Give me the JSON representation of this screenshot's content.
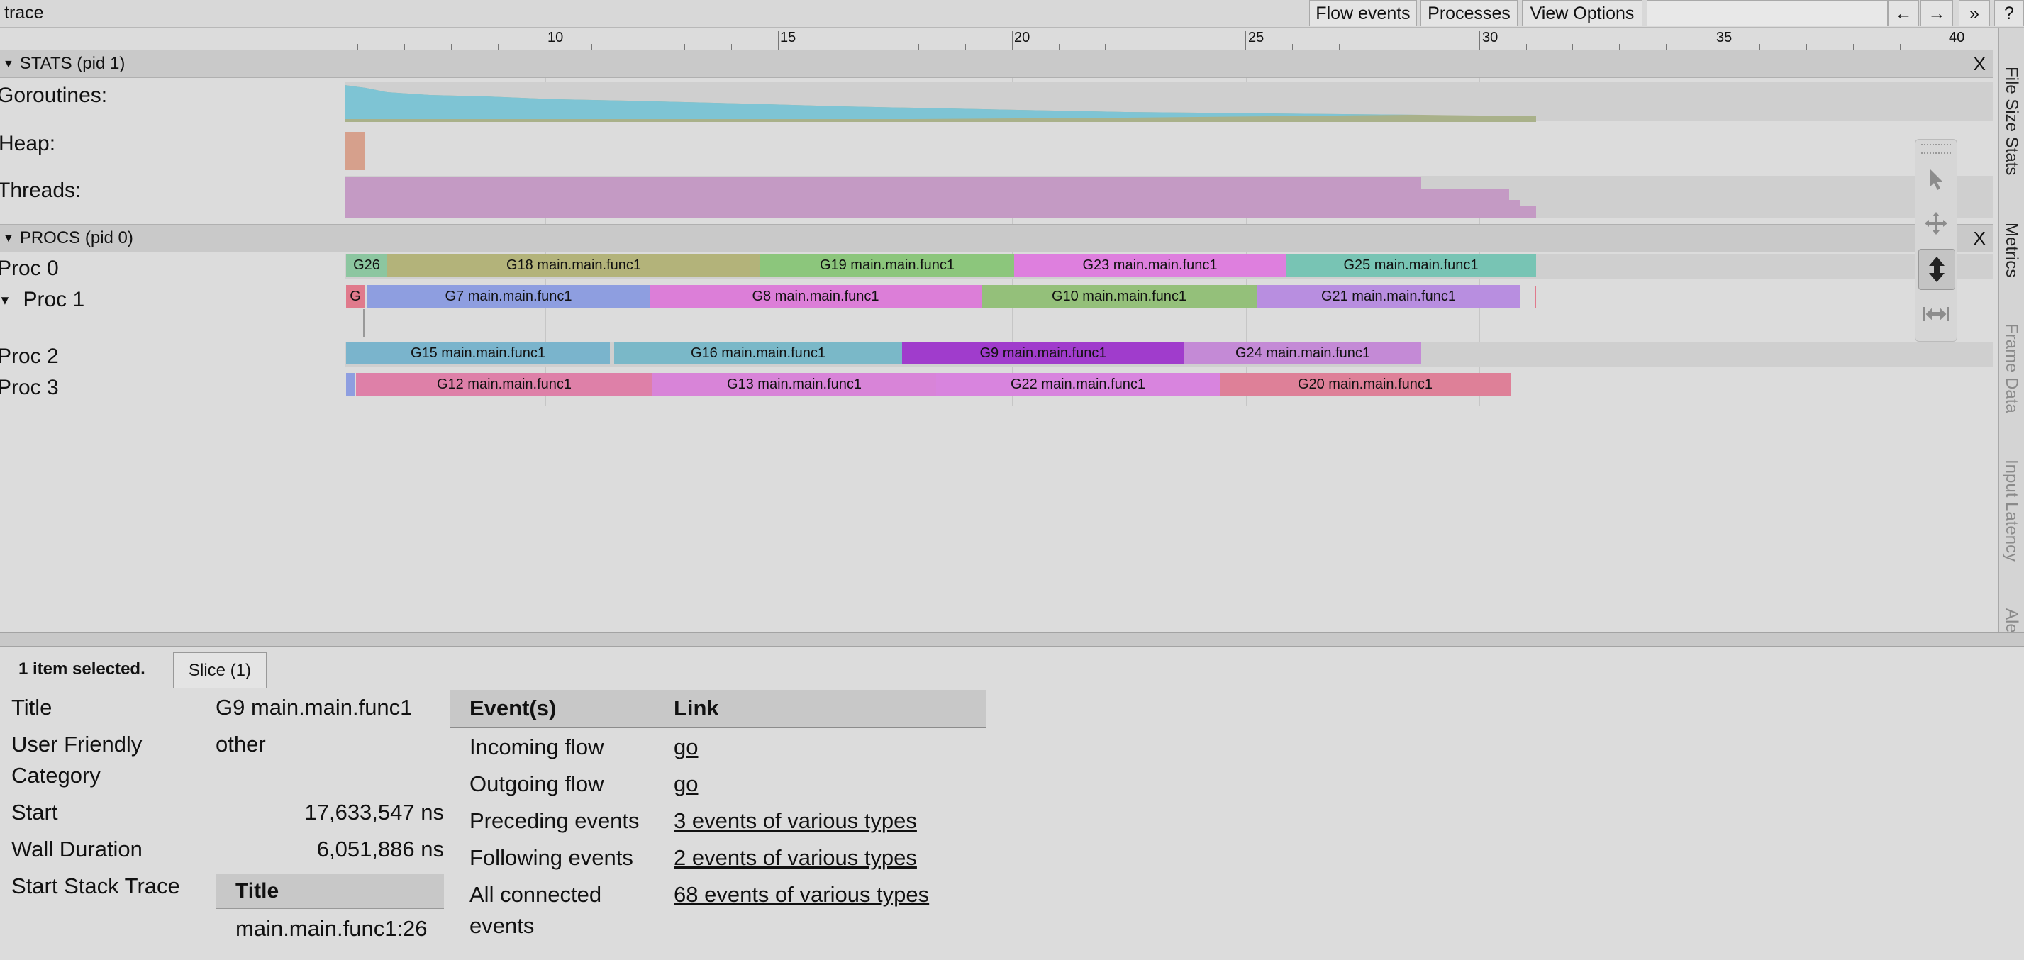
{
  "app": {
    "title": "trace"
  },
  "toolbar": {
    "flow_events": "Flow events",
    "processes": "Processes",
    "view_options": "View Options",
    "nav_left": "←",
    "nav_right": "→",
    "more": "»",
    "help": "?"
  },
  "ruler": {
    "ticks": [
      "10 ms",
      "15 ms",
      "20 ms",
      "25 ms",
      "30 ms",
      "35 ms",
      "40 ms"
    ]
  },
  "groups": {
    "stats": {
      "title": "STATS (pid 1)",
      "close": "X"
    },
    "procs": {
      "title": "PROCS (pid 0)",
      "close": "X"
    }
  },
  "stats_tracks": {
    "goroutines": "Goroutines:",
    "heap": "Heap:",
    "threads": "Threads:"
  },
  "proc_tracks": {
    "proc0": "Proc 0",
    "proc1": "Proc 1",
    "proc2": "Proc 2",
    "proc3": "Proc 3"
  },
  "slices": {
    "proc0": [
      {
        "label": "G26",
        "color": "#8cc6a0"
      },
      {
        "label": "G18 main.main.func1",
        "color": "#b3b37a"
      },
      {
        "label": "G19 main.main.func1",
        "color": "#8cc67c"
      },
      {
        "label": "G23 main.main.func1",
        "color": "#de7fde"
      },
      {
        "label": "G25 main.main.func1",
        "color": "#78c4b4"
      }
    ],
    "proc1": [
      {
        "label": "G",
        "color": "#e07a8c"
      },
      {
        "label": "G7 main.main.func1",
        "color": "#8e9ee0"
      },
      {
        "label": "G8 main.main.func1",
        "color": "#dc7ed8"
      },
      {
        "label": "G10 main.main.func1",
        "color": "#94c07a"
      },
      {
        "label": "G21 main.main.func1",
        "color": "#b88ee0"
      }
    ],
    "proc2": [
      {
        "label": "G15 main.main.func1",
        "color": "#7ab4cc"
      },
      {
        "label": "G16 main.main.func1",
        "color": "#7ab8c8"
      },
      {
        "label": "G9 main.main.func1",
        "color": "#a03ccc"
      },
      {
        "label": "G24 main.main.func1",
        "color": "#c48ad6"
      }
    ],
    "proc3": [
      {
        "label": "G12 main.main.func1",
        "color": "#de80a8"
      },
      {
        "label": "G13 main.main.func1",
        "color": "#d884d8"
      },
      {
        "label": "G22 main.main.func1",
        "color": "#d884de"
      },
      {
        "label": "G20 main.main.func1",
        "color": "#de8098"
      }
    ]
  },
  "side_tabs": [
    "File Size Stats",
    "Metrics",
    "Frame Data",
    "Input Latency",
    "Ale"
  ],
  "details": {
    "selected_text": "1 item selected.",
    "tab_label": "Slice (1)",
    "props": {
      "title_label": "Title",
      "title_value": "G9 main.main.func1",
      "category_label_1": "User Friendly",
      "category_label_2": "Category",
      "category_value": "other",
      "start_label": "Start",
      "start_value": "17,633,547 ns",
      "duration_label": "Wall Duration",
      "duration_value": "6,051,886 ns",
      "stack_label": "Start Stack Trace",
      "stack_header": "Title",
      "stack_frame": "main.main.func1:26"
    },
    "events_table": {
      "col_events": "Event(s)",
      "col_link": "Link",
      "rows": [
        {
          "event": "Incoming flow",
          "link": "go"
        },
        {
          "event": "Outgoing flow",
          "link": "go"
        },
        {
          "event": "Preceding events",
          "link": "3 events of various types"
        },
        {
          "event": "Following events",
          "link": "2 events of various types"
        },
        {
          "event": "All connected",
          "event2": "events",
          "link": "68 events of various types"
        }
      ]
    }
  },
  "colors": {
    "goroutines_area": "#7ec4d4",
    "goroutines_runnable": "#a9b18a",
    "heap_area": "#d6a08c",
    "threads_area": "#c49ac4"
  }
}
